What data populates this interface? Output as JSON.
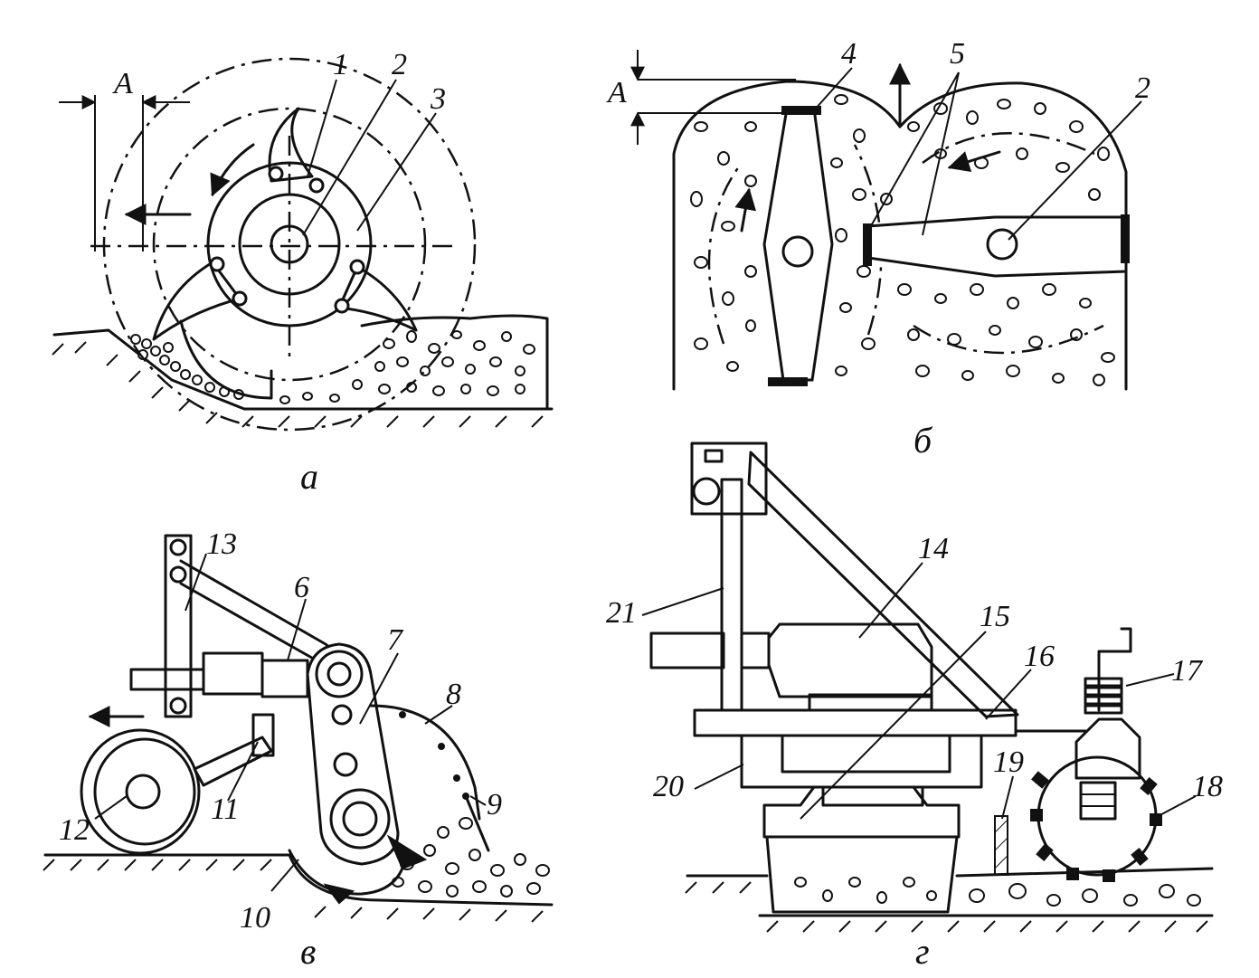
{
  "figure": {
    "panels": [
      {
        "id": "a",
        "caption": "а",
        "labels": [
          "A",
          "1",
          "2",
          "3"
        ]
      },
      {
        "id": "b",
        "caption": "б",
        "labels": [
          "A",
          "4",
          "5",
          "2"
        ]
      },
      {
        "id": "v",
        "caption": "в",
        "labels": [
          "6",
          "7",
          "8",
          "9",
          "10",
          "11",
          "12",
          "13"
        ]
      },
      {
        "id": "g",
        "caption": "г",
        "labels": [
          "14",
          "15",
          "16",
          "17",
          "18",
          "19",
          "20",
          "21"
        ]
      }
    ]
  }
}
